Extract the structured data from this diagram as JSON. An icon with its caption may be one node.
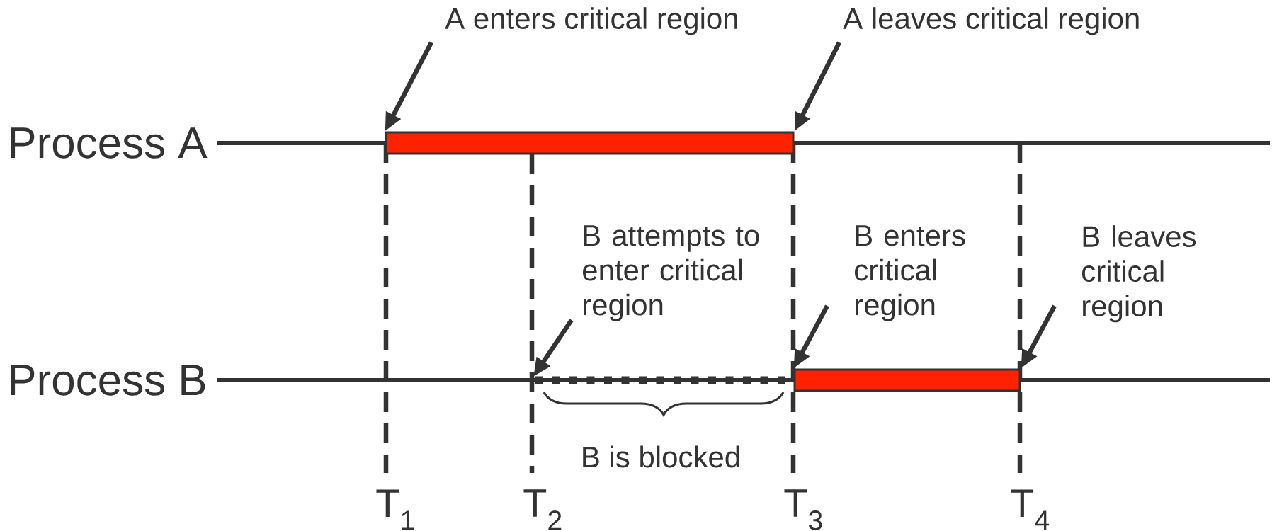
{
  "diagram": {
    "nodes": [
      {
        "text": [],
        "shape": "bar"
      },
      {
        "text": [],
        "shape": "bar"
      },
      {
        "text": [
          "A enters critical region"
        ]
      },
      {
        "text": [
          "A leaves critical region"
        ]
      },
      {
        "text": [
          "B attempts to enter critical region"
        ]
      },
      {
        "text": [
          "B enters critical region"
        ]
      },
      {
        "text": [
          "B leaves critical region"
        ]
      }
    ],
    "edges": [
      {
        "from": 2,
        "to": 0,
        "arrow": "to"
      },
      {
        "from": 3,
        "to": 0,
        "arrow": "to"
      },
      {
        "from": 4,
        "to": null,
        "arrow": "to"
      },
      {
        "from": 5,
        "to": 1,
        "arrow": "to"
      },
      {
        "from": 6,
        "to": 1,
        "arrow": "to"
      }
    ],
    "labels": [
      "Process A",
      "Process B",
      "B is blocked",
      "T$_{1}$",
      "T$_{2}$",
      "T$_{3}$",
      "T$_{4}$"
    ]
  }
}
